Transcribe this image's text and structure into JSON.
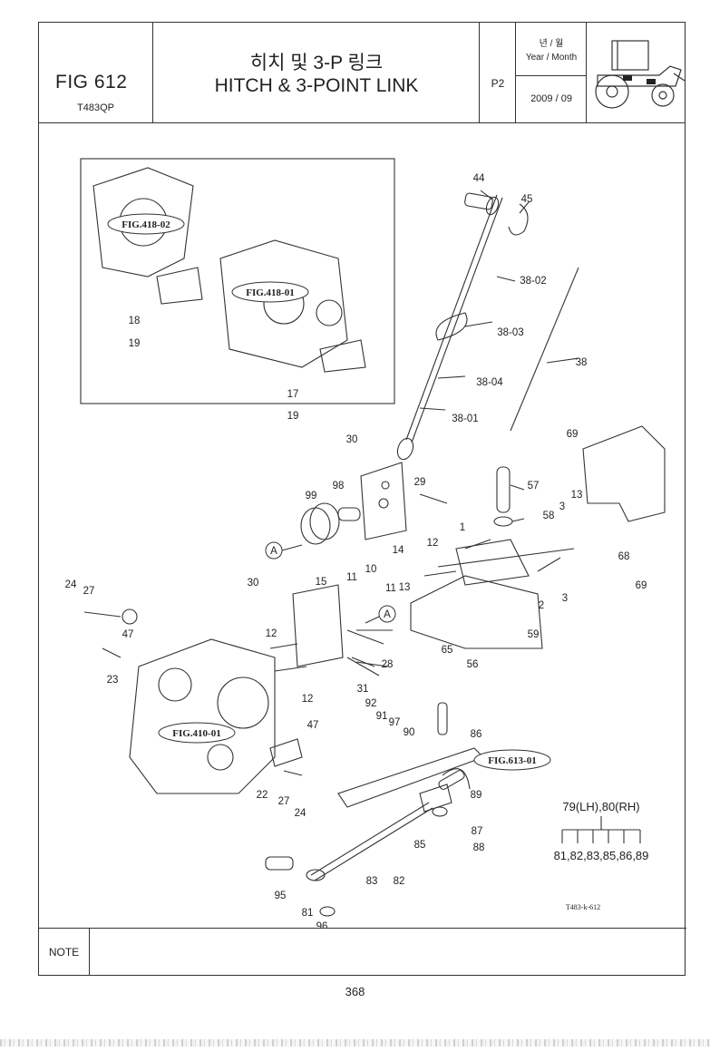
{
  "header": {
    "fig_label": "FIG 612",
    "model": "T483QP",
    "title_kr": "히치 및 3-P 링크",
    "title_en": "HITCH & 3-POINT LINK",
    "page_code": "P2",
    "year_month_kr": "년 / 월",
    "year_month_en": "Year / Month",
    "date": "2009 / 09"
  },
  "drawing": {
    "refs": [
      "FIG.418-02",
      "FIG.418-01",
      "FIG.410-01",
      "FIG.613-01"
    ],
    "detail_marker": "A",
    "drawing_code": "T483-k-612",
    "legend_top": "79(LH),80(RH)",
    "legend_bottom": "81,82,83,85,86,89",
    "callouts": [
      "44",
      "45",
      "38-02",
      "38-03",
      "38",
      "38-04",
      "38-01",
      "30",
      "69",
      "99",
      "98",
      "29",
      "57",
      "58",
      "13",
      "3",
      "14",
      "1",
      "12",
      "68",
      "69",
      "24",
      "27",
      "30",
      "15",
      "11",
      "10",
      "11",
      "13",
      "3",
      "2",
      "47",
      "12",
      "65",
      "56",
      "59",
      "23",
      "28",
      "31",
      "12",
      "92",
      "91",
      "97",
      "90",
      "86",
      "47",
      "89",
      "22",
      "27",
      "24",
      "87",
      "85",
      "88",
      "95",
      "83",
      "82",
      "81",
      "96",
      "18",
      "19",
      "17",
      "19"
    ]
  },
  "note": {
    "label": "NOTE"
  },
  "footer": {
    "page_number": "368"
  }
}
